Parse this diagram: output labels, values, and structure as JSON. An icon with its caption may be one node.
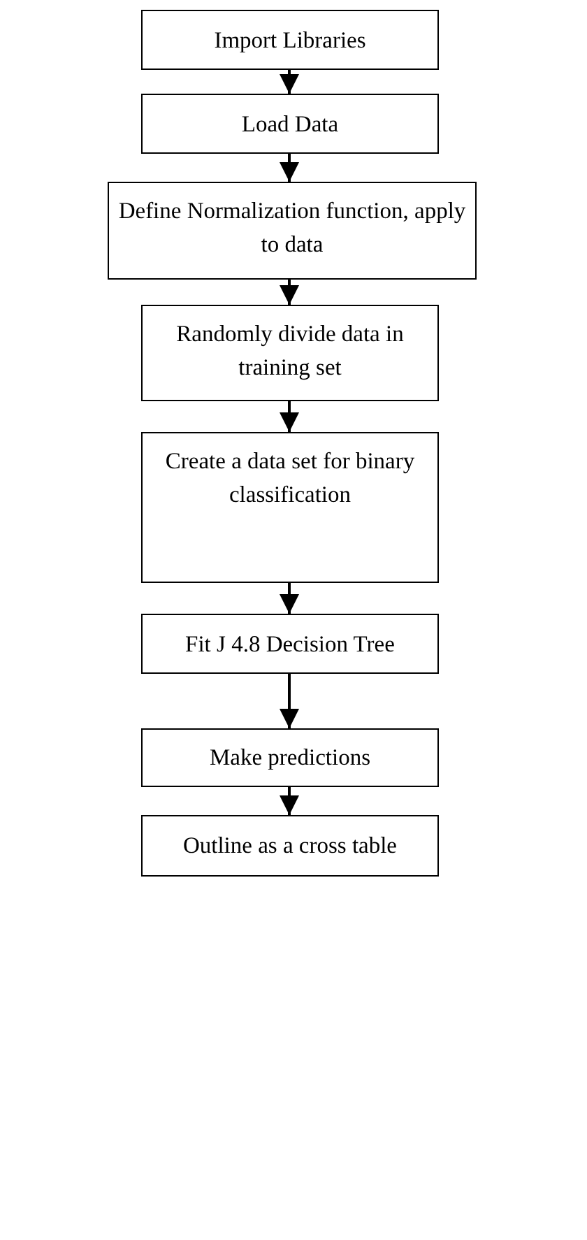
{
  "diagram": {
    "nodes": [
      {
        "text": [
          "Import Libraries"
        ]
      },
      {
        "text": [
          "Load Data"
        ]
      },
      {
        "text": [
          "Define Normalization function, apply to data"
        ]
      },
      {
        "text": [
          "Randomly divide data in training set"
        ]
      },
      {
        "text": [
          "Create a data set for binary classification"
        ]
      },
      {
        "text": [
          "Fit J 4.8 Decision Tree"
        ]
      },
      {
        "text": [
          "Make predictions"
        ]
      },
      {
        "text": [
          "Outline as a cross table"
        ]
      }
    ],
    "edges": [
      {
        "from": 0,
        "to": 1,
        "arrow": "to"
      },
      {
        "from": 1,
        "to": 2,
        "arrow": "to"
      },
      {
        "from": 2,
        "to": 3,
        "arrow": "to"
      },
      {
        "from": 3,
        "to": 4,
        "arrow": "to"
      },
      {
        "from": 4,
        "to": 5,
        "arrow": "to"
      },
      {
        "from": 5,
        "to": 6,
        "arrow": "to"
      },
      {
        "from": 6,
        "to": 7,
        "arrow": "to"
      }
    ]
  }
}
